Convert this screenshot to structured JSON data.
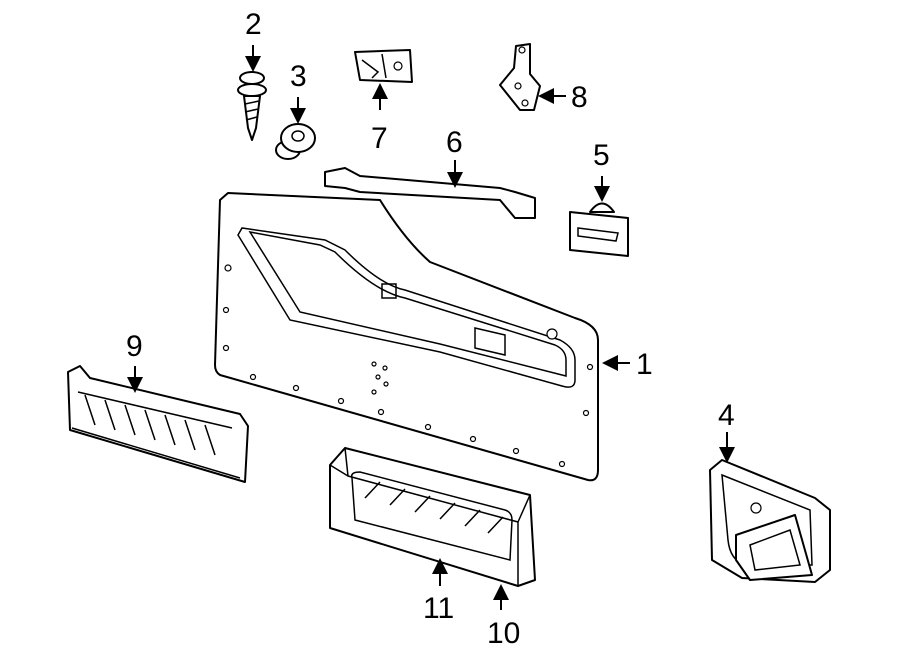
{
  "diagram": {
    "callouts": [
      {
        "number": "1",
        "part": "door-trim-panel"
      },
      {
        "number": "2",
        "part": "screw"
      },
      {
        "number": "3",
        "part": "grommet"
      },
      {
        "number": "4",
        "part": "handle-bezel"
      },
      {
        "number": "5",
        "part": "clip"
      },
      {
        "number": "6",
        "part": "pull-handle"
      },
      {
        "number": "7",
        "part": "bracket"
      },
      {
        "number": "8",
        "part": "bracket"
      },
      {
        "number": "9",
        "part": "speaker-grille"
      },
      {
        "number": "10",
        "part": "speaker-grille-housing"
      },
      {
        "number": "11",
        "part": "speaker-grille-insert"
      }
    ],
    "colors": {
      "line": "#000000",
      "background": "#ffffff"
    }
  }
}
